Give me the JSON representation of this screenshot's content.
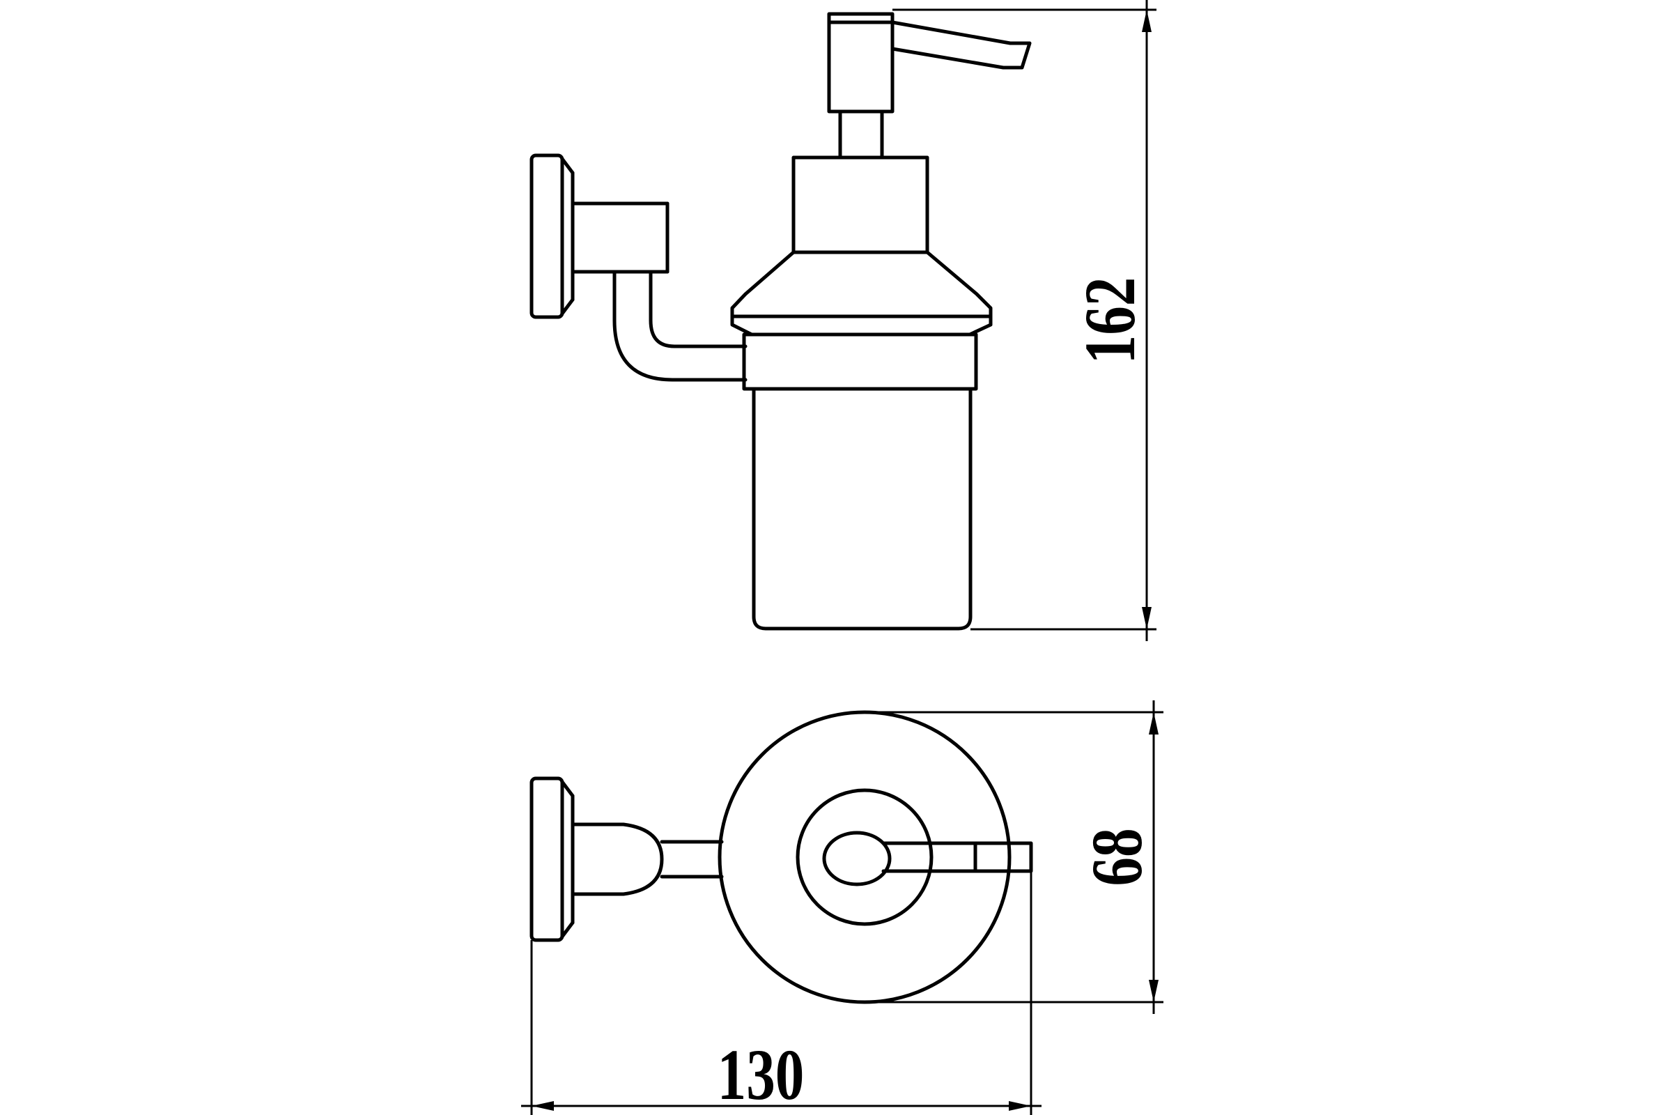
{
  "dimensions": {
    "height": "162",
    "depth": "68",
    "width": "130"
  },
  "colors": {
    "line": "#000000",
    "background": "#ffffff"
  }
}
